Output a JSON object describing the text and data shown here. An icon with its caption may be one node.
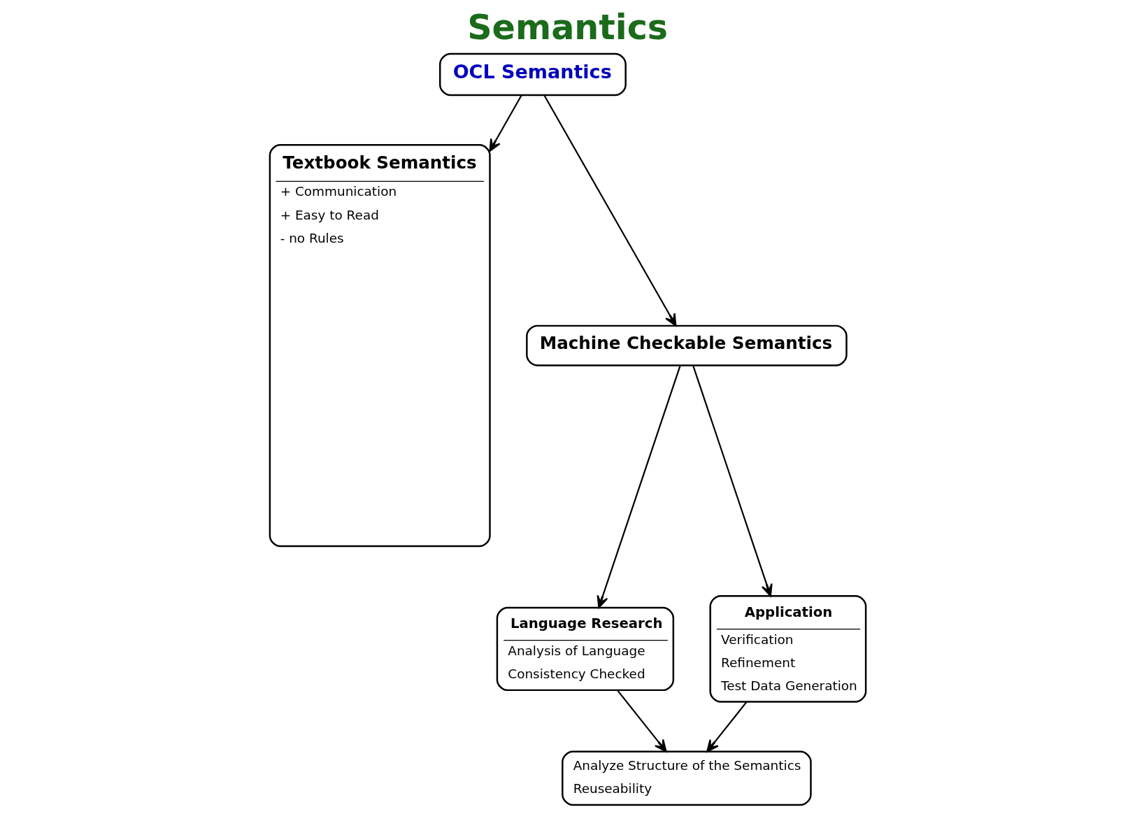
{
  "diagram": {
    "title": "Semantics",
    "nodes": [
      {
        "text": [
          "OCL Semantics"
        ]
      },
      {
        "text": [
          "Textbook Semantics",
          "+ Communication",
          "+ Easy to Read",
          "- no Rules"
        ]
      },
      {
        "text": [
          "Machine Checkable Semantics"
        ]
      },
      {
        "text": [
          "Language Research",
          "Analysis of Language",
          "Consistency Checked"
        ]
      },
      {
        "text": [
          "Application",
          "Verification",
          "Refinement",
          "Test Data Generation"
        ]
      },
      {
        "text": [
          "Analyze Structure of the Semantics",
          "Reuseability"
        ]
      }
    ],
    "edges": [
      {
        "from": 0,
        "to": 1,
        "arrow": "to"
      },
      {
        "from": 0,
        "to": 2,
        "arrow": "to"
      },
      {
        "from": 2,
        "to": 3,
        "arrow": "to"
      },
      {
        "from": 2,
        "to": 4,
        "arrow": "to"
      },
      {
        "from": 3,
        "to": 5,
        "arrow": "to"
      },
      {
        "from": 4,
        "to": 5,
        "arrow": "to"
      }
    ]
  }
}
